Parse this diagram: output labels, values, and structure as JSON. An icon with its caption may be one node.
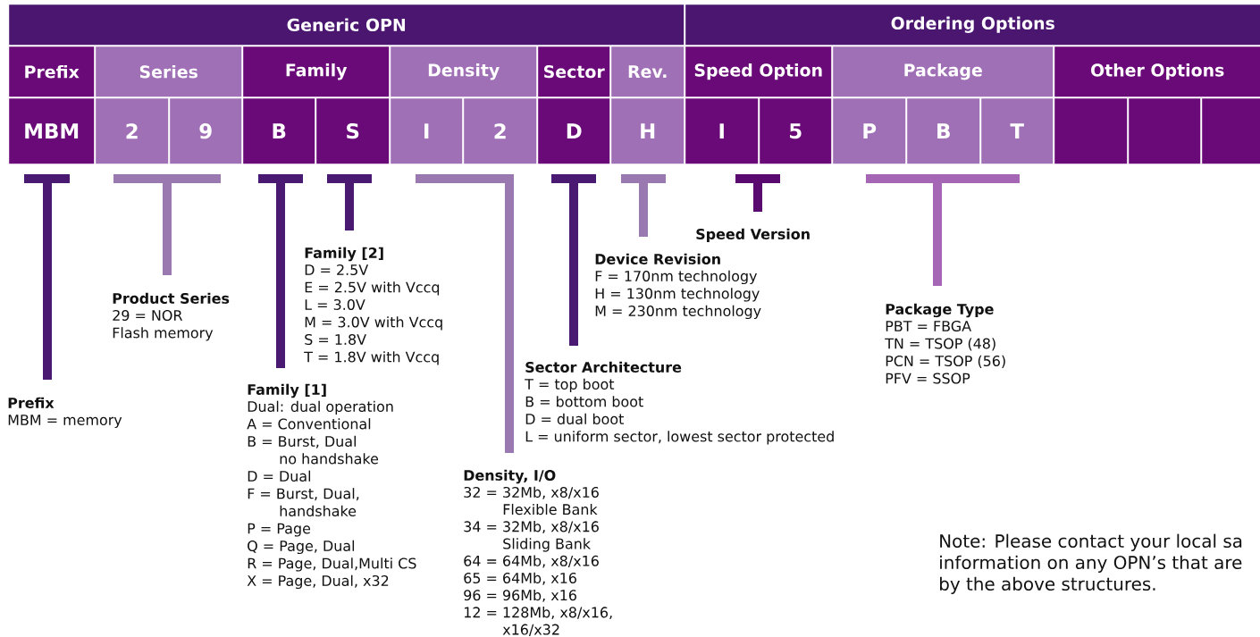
{
  "diagram": {
    "nodes": [
      {
        "text": [
          "Generic OPN"
        ]
      },
      {
        "text": [
          "Ordering Options"
        ]
      },
      {
        "text": [
          "Prefix"
        ]
      },
      {
        "text": [
          "Series"
        ]
      },
      {
        "text": [
          "Family"
        ]
      },
      {
        "text": [
          "Density"
        ]
      },
      {
        "text": [
          "Sector"
        ]
      },
      {
        "text": [
          "Rev."
        ]
      },
      {
        "text": [
          "Speed Option"
        ]
      },
      {
        "text": [
          "Package"
        ]
      },
      {
        "text": [
          "Other Options"
        ]
      },
      {
        "text": [
          "MBM"
        ]
      },
      {
        "text": [
          "2"
        ]
      },
      {
        "text": [
          "9"
        ]
      },
      {
        "text": [
          "B"
        ]
      },
      {
        "text": [
          "S"
        ]
      },
      {
        "text": [
          "I"
        ]
      },
      {
        "text": [
          "2"
        ]
      },
      {
        "text": [
          "D"
        ]
      },
      {
        "text": [
          "H"
        ]
      },
      {
        "text": [
          "I"
        ]
      },
      {
        "text": [
          "5"
        ]
      },
      {
        "text": [
          "P"
        ]
      },
      {
        "text": [
          "B"
        ]
      },
      {
        "text": [
          "T"
        ]
      },
      {
        "text": [],
        "shape": "box"
      },
      {
        "text": [],
        "shape": "box"
      },
      {
        "text": [],
        "shape": "box"
      }
    ],
    "labels": [
      "Speed Version",
      "Family [2]",
      "D = 2.5V",
      "E = 2.5V with Vccq",
      "L = 3.0V",
      "M = 3.0V with Vccq",
      "S = 1.8V",
      "T = 1.8V with Vccq",
      "Device Revision",
      "F = 170nm technology",
      "H = 130nm technology",
      "M = 230nm technology",
      "Product Series",
      "29 = NOR",
      "Flash memory",
      "Package Type",
      "PBT = FBGA",
      "TN = TSOP (48)",
      "PCN = TSOP (56)",
      "PFV = SSOP",
      "Sector Architecture",
      "T = top boot",
      "B = bottom boot",
      "D = dual boot",
      "L = uniform sector, lowest sector protected",
      "Family [1]",
      "Dual: dual operation",
      "A = Conventional",
      "B = Burst, Dual",
      "no handshake",
      "D = Dual",
      "F = Burst, Dual,",
      "handshake",
      "P = Page",
      "Q = Page, Dual",
      "R = Page, Dual,Multi CS",
      "X = Page, Dual, x32",
      "Prefix",
      "MBM = memory",
      "Density, I/O",
      "32 = 32Mb, x8/x16",
      "Flexible Bank",
      "34 = 32Mb, x8/x16",
      "Sliding Bank",
      "64 = 64Mb, x8/x16",
      "65 = 64Mb, x16",
      "96 = 96Mb, x16",
      "12 = 128Mb, x8/x16,",
      "x16/x32",
      "Note: Please contact your local sa",
      "information on any OPN’s that are",
      "by the above structures."
    ]
  }
}
